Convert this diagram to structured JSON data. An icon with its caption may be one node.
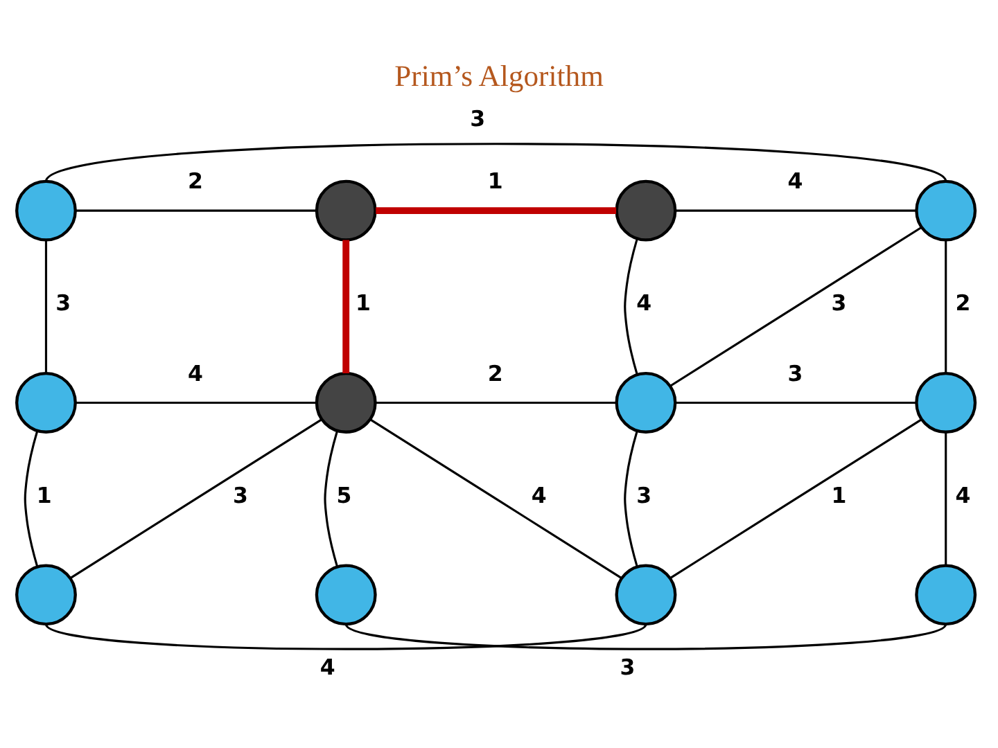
{
  "diagram": {
    "title": "Prim’s Algorithm",
    "nodes": [
      {
        "text": [],
        "shape": "circle"
      },
      {
        "text": [],
        "shape": "circle"
      },
      {
        "text": [],
        "shape": "circle"
      },
      {
        "text": [],
        "shape": "circle"
      },
      {
        "text": [],
        "shape": "circle"
      },
      {
        "text": [],
        "shape": "circle"
      },
      {
        "text": [],
        "shape": "circle"
      },
      {
        "text": [],
        "shape": "circle"
      },
      {
        "text": [],
        "shape": "circle"
      },
      {
        "text": [],
        "shape": "circle"
      },
      {
        "text": [],
        "shape": "circle"
      },
      {
        "text": [],
        "shape": "circle"
      }
    ],
    "edges": [
      {
        "from": 0,
        "to": 3,
        "arrow": "none",
        "label": "3"
      },
      {
        "from": 0,
        "to": 1,
        "arrow": "none",
        "label": "2"
      },
      {
        "from": 1,
        "to": 2,
        "arrow": "none",
        "label": "1",
        "style": "thick",
        "color": "#c00000"
      },
      {
        "from": 2,
        "to": 3,
        "arrow": "none",
        "label": "4"
      },
      {
        "from": 0,
        "to": 4,
        "arrow": "none",
        "label": "3"
      },
      {
        "from": 1,
        "to": 5,
        "arrow": "none",
        "label": "1",
        "style": "thick",
        "color": "#c00000"
      },
      {
        "from": 2,
        "to": 6,
        "arrow": "none",
        "label": "4"
      },
      {
        "from": 3,
        "to": 6,
        "arrow": "none",
        "label": "3"
      },
      {
        "from": 3,
        "to": 7,
        "arrow": "none",
        "label": "2"
      },
      {
        "from": 4,
        "to": 5,
        "arrow": "none",
        "label": "4"
      },
      {
        "from": 5,
        "to": 6,
        "arrow": "none",
        "label": "2"
      },
      {
        "from": 6,
        "to": 7,
        "arrow": "none",
        "label": "3"
      },
      {
        "from": 4,
        "to": 8,
        "arrow": "none",
        "label": "1"
      },
      {
        "from": 5,
        "to": 8,
        "arrow": "none",
        "label": "3"
      },
      {
        "from": 5,
        "to": 9,
        "arrow": "none",
        "label": "5"
      },
      {
        "from": 5,
        "to": 10,
        "arrow": "none",
        "label": "4"
      },
      {
        "from": 6,
        "to": 10,
        "arrow": "none",
        "label": "3"
      },
      {
        "from": 7,
        "to": 10,
        "arrow": "none",
        "label": "1"
      },
      {
        "from": 7,
        "to": 11,
        "arrow": "none",
        "label": "4"
      },
      {
        "from": 8,
        "to": 10,
        "arrow": "none",
        "label": "4"
      },
      {
        "from": 9,
        "to": 11,
        "arrow": "none",
        "label": "3"
      }
    ]
  }
}
